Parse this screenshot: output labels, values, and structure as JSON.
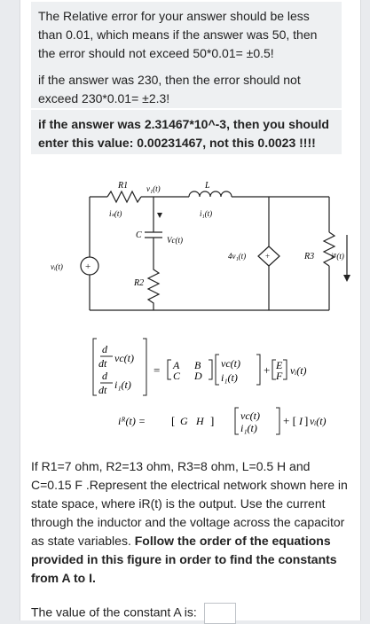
{
  "notes": {
    "p1": "The Relative error for your answer should be less than 0.01, which means if the answer was 50, then the error should not exceed 50*0.01= ±0.5!",
    "p2": "if the answer was 230, then the error should not exceed 230*0.01= ±2.3!",
    "p3": "if the answer was 2.31467*10^-3, then you should enter this value: 0.00231467, not this 0.0023 !!!!"
  },
  "circuit": {
    "R1": "R1",
    "L": "L",
    "R2": "R2",
    "R3": "R3",
    "C": "C",
    "v1": "v₁(t)",
    "iS": "iₛ(t)",
    "i1": "i₁(t)",
    "vc": "Vc(t)",
    "dep": "4v₁(t)",
    "vi": "vᵢ(t)",
    "iR": "iᴿ(t)"
  },
  "equations": {
    "d": "d",
    "dt": "dt",
    "vc": "vc(t)",
    "i1": "i₁(t)",
    "A": "A",
    "B": "B",
    "C": "C",
    "D": "D",
    "E": "E",
    "F": "F",
    "G": "G",
    "H": "H",
    "I": "I",
    "vi": "vᵢ(t)",
    "ir_lhs": "iᴿ(t) = "
  },
  "problem": {
    "text": "If R1=7 ohm, R2=13 ohm, R3=8 ohm, L=0.5 H and C=0.15 F .Represent the electrical network shown here in state space, where iR(t) is the output. Use the current through the inductor and the voltage across the capacitor as state variables.",
    "bold": "Follow the order of the equations provided in this figure in order to find the constants from A to I."
  },
  "answer": {
    "label": "The value of the constant A is:"
  }
}
